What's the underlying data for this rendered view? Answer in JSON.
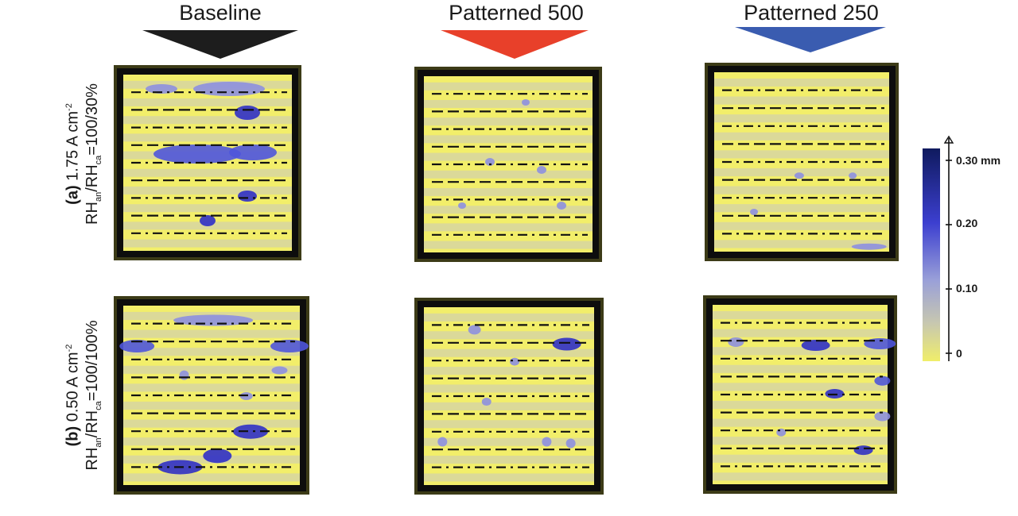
{
  "columns": [
    {
      "title": "Baseline",
      "marker_color": "#1d1d1d"
    },
    {
      "title": "Patterned 500",
      "marker_color": "#e8402a"
    },
    {
      "title": "Patterned 250",
      "marker_color": "#3a5cb0"
    }
  ],
  "rows": [
    {
      "tag": "(a)",
      "current_value": "1.75 A cm",
      "current_exp": "-2",
      "rh_an": "RH",
      "rh_an_sub": "an",
      "rh_sep": "/RH",
      "rh_ca_sub": "ca",
      "rh_value": "=100/30%"
    },
    {
      "tag": "(b)",
      "current_value": "0.50 A cm",
      "current_exp": "-2",
      "rh_an": "RH",
      "rh_an_sub": "an",
      "rh_sep": "/RH",
      "rh_ca_sub": "ca",
      "rh_value": "=100/100%"
    }
  ],
  "scale": {
    "labels": [
      "0.30 mm",
      "0.20",
      "0.10",
      "0"
    ],
    "values": [
      0.3,
      0.2,
      0.1,
      0
    ],
    "colors": [
      "#0f1a5e",
      "#3c3fd0",
      "#9aa0d8",
      "#c7c7b0",
      "#f0ee6a"
    ]
  },
  "colors": {
    "panel_fill": "#f2ee6a",
    "panel_border": "#0d0d0d",
    "panel_frame": "#3c3b17",
    "grey_band": "#c9c9c0",
    "water_light": "#8d8fe0",
    "water_dark": "#2f2fc8"
  }
}
